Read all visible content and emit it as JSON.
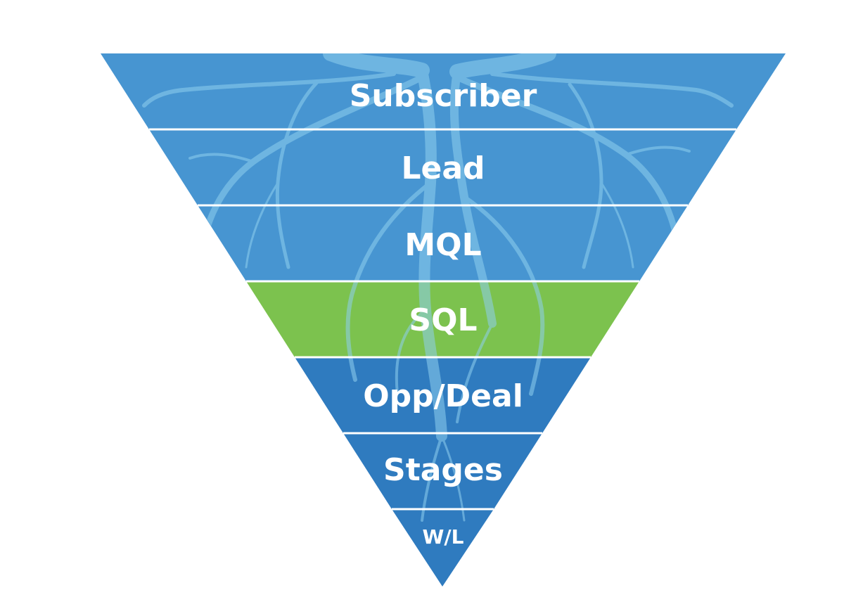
{
  "funnel": {
    "stages": [
      {
        "label": "Subscriber",
        "color": "#4795d1"
      },
      {
        "label": "Lead",
        "color": "#4795d1"
      },
      {
        "label": "MQL",
        "color": "#4795d1"
      },
      {
        "label": "SQL",
        "color": "#7cc24e"
      },
      {
        "label": "Opp/Deal",
        "color": "#2f7bbf"
      },
      {
        "label": "Stages",
        "color": "#2f7bbf"
      },
      {
        "label": "W/L",
        "color": "#2f7bbf"
      }
    ],
    "divider_color": "#ffffff",
    "roots_color": "#8fd0ef"
  }
}
